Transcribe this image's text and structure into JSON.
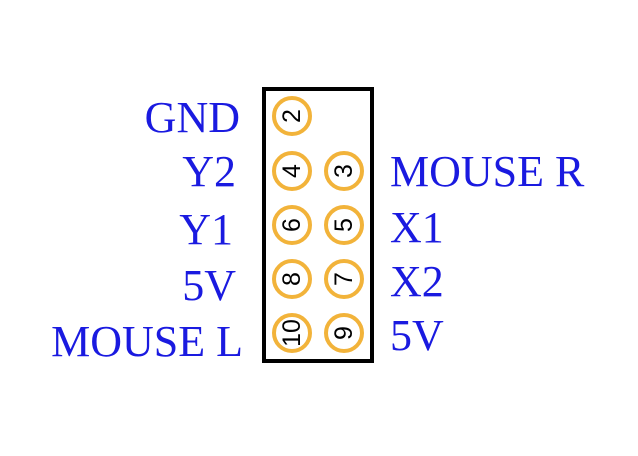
{
  "header": {
    "colors": {
      "label": "#1a1ae0",
      "pin_ring": "#f2b33a",
      "outline": "#000000"
    },
    "left_labels": [
      "GND",
      "Y2",
      "Y1",
      "5V",
      "MOUSE L"
    ],
    "right_labels": [
      "MOUSE R",
      "X1",
      "X2",
      "5V"
    ],
    "even_pins": [
      "2",
      "4",
      "6",
      "8",
      "10"
    ],
    "odd_pins": [
      "3",
      "5",
      "7",
      "9"
    ]
  }
}
